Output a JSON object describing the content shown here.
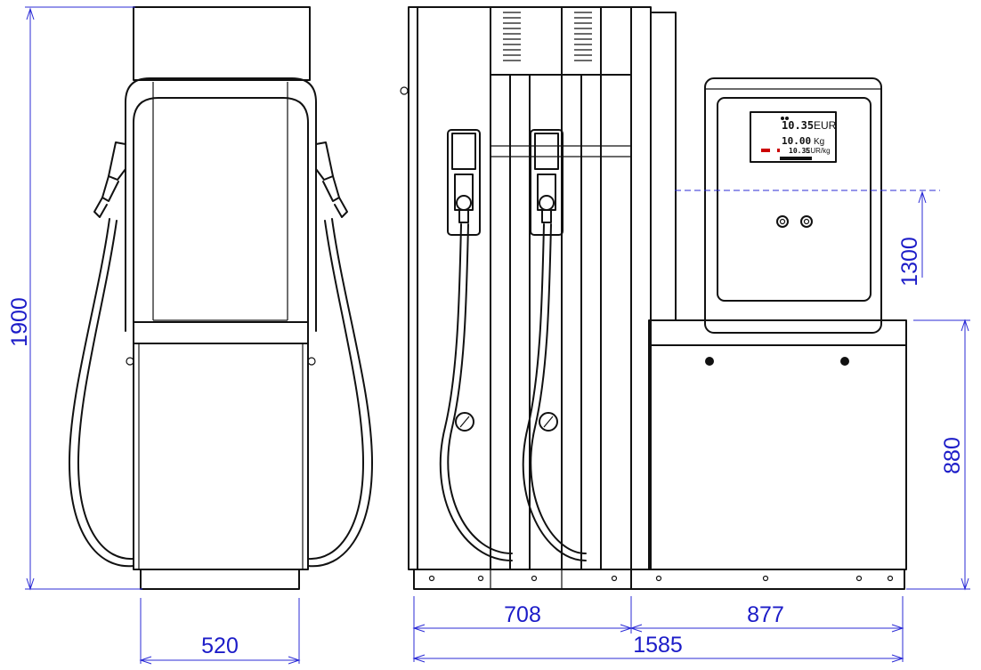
{
  "dimensions": {
    "height_total": "1900",
    "width_front": "520",
    "width_left_module": "708",
    "width_right_module": "877",
    "width_total": "1585",
    "display_height": "1300",
    "base_height": "880"
  },
  "display": {
    "amount_value": "10.35",
    "amount_unit": "EUR",
    "volume_value": "10.00",
    "volume_unit": "Kg",
    "price_value": "10.35",
    "price_unit": "EUR/kg"
  },
  "colors": {
    "line": "#111111",
    "dimension": "#2b2bd6",
    "display_label": "#cc0000"
  }
}
